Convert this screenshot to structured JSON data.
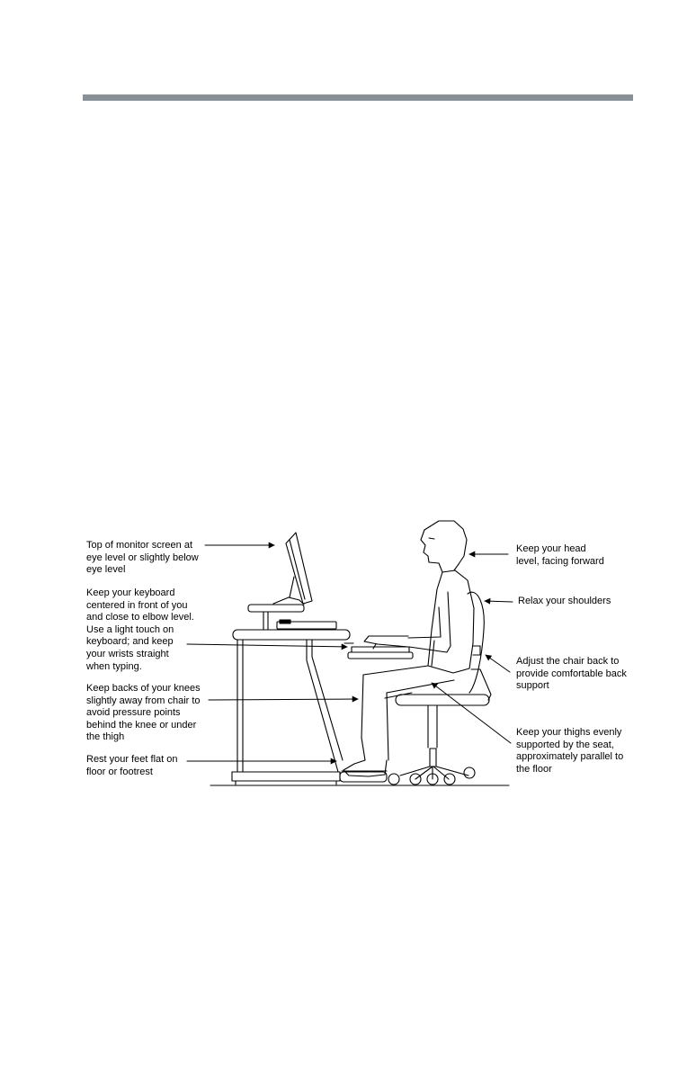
{
  "colors": {
    "rule": "#8a9196",
    "ink": "#000000"
  },
  "illustration": {
    "subject": "person seated at computer workstation"
  },
  "callouts": {
    "monitor": [
      "Top of monitor screen at",
      "eye level or slightly below",
      "eye level"
    ],
    "keyboard": [
      "Keep your keyboard",
      "centered in front of you",
      "and close to elbow level.",
      "Use a light touch on",
      "keyboard; and keep",
      "your wrists straight",
      "when typing."
    ],
    "knees": [
      "Keep backs of your knees",
      "slightly away from chair to",
      "avoid pressure points",
      "behind the knee or under",
      "the thigh"
    ],
    "feet": [
      "Rest your feet flat on",
      "floor or footrest"
    ],
    "head": [
      "Keep your head",
      "level, facing forward"
    ],
    "shoulders": [
      "Relax your shoulders"
    ],
    "chair_back": [
      "Adjust the chair back to",
      "provide comfortable back",
      "support"
    ],
    "thighs": [
      "Keep your thighs evenly",
      "supported by the seat,",
      "approximately parallel to",
      "the floor"
    ]
  }
}
